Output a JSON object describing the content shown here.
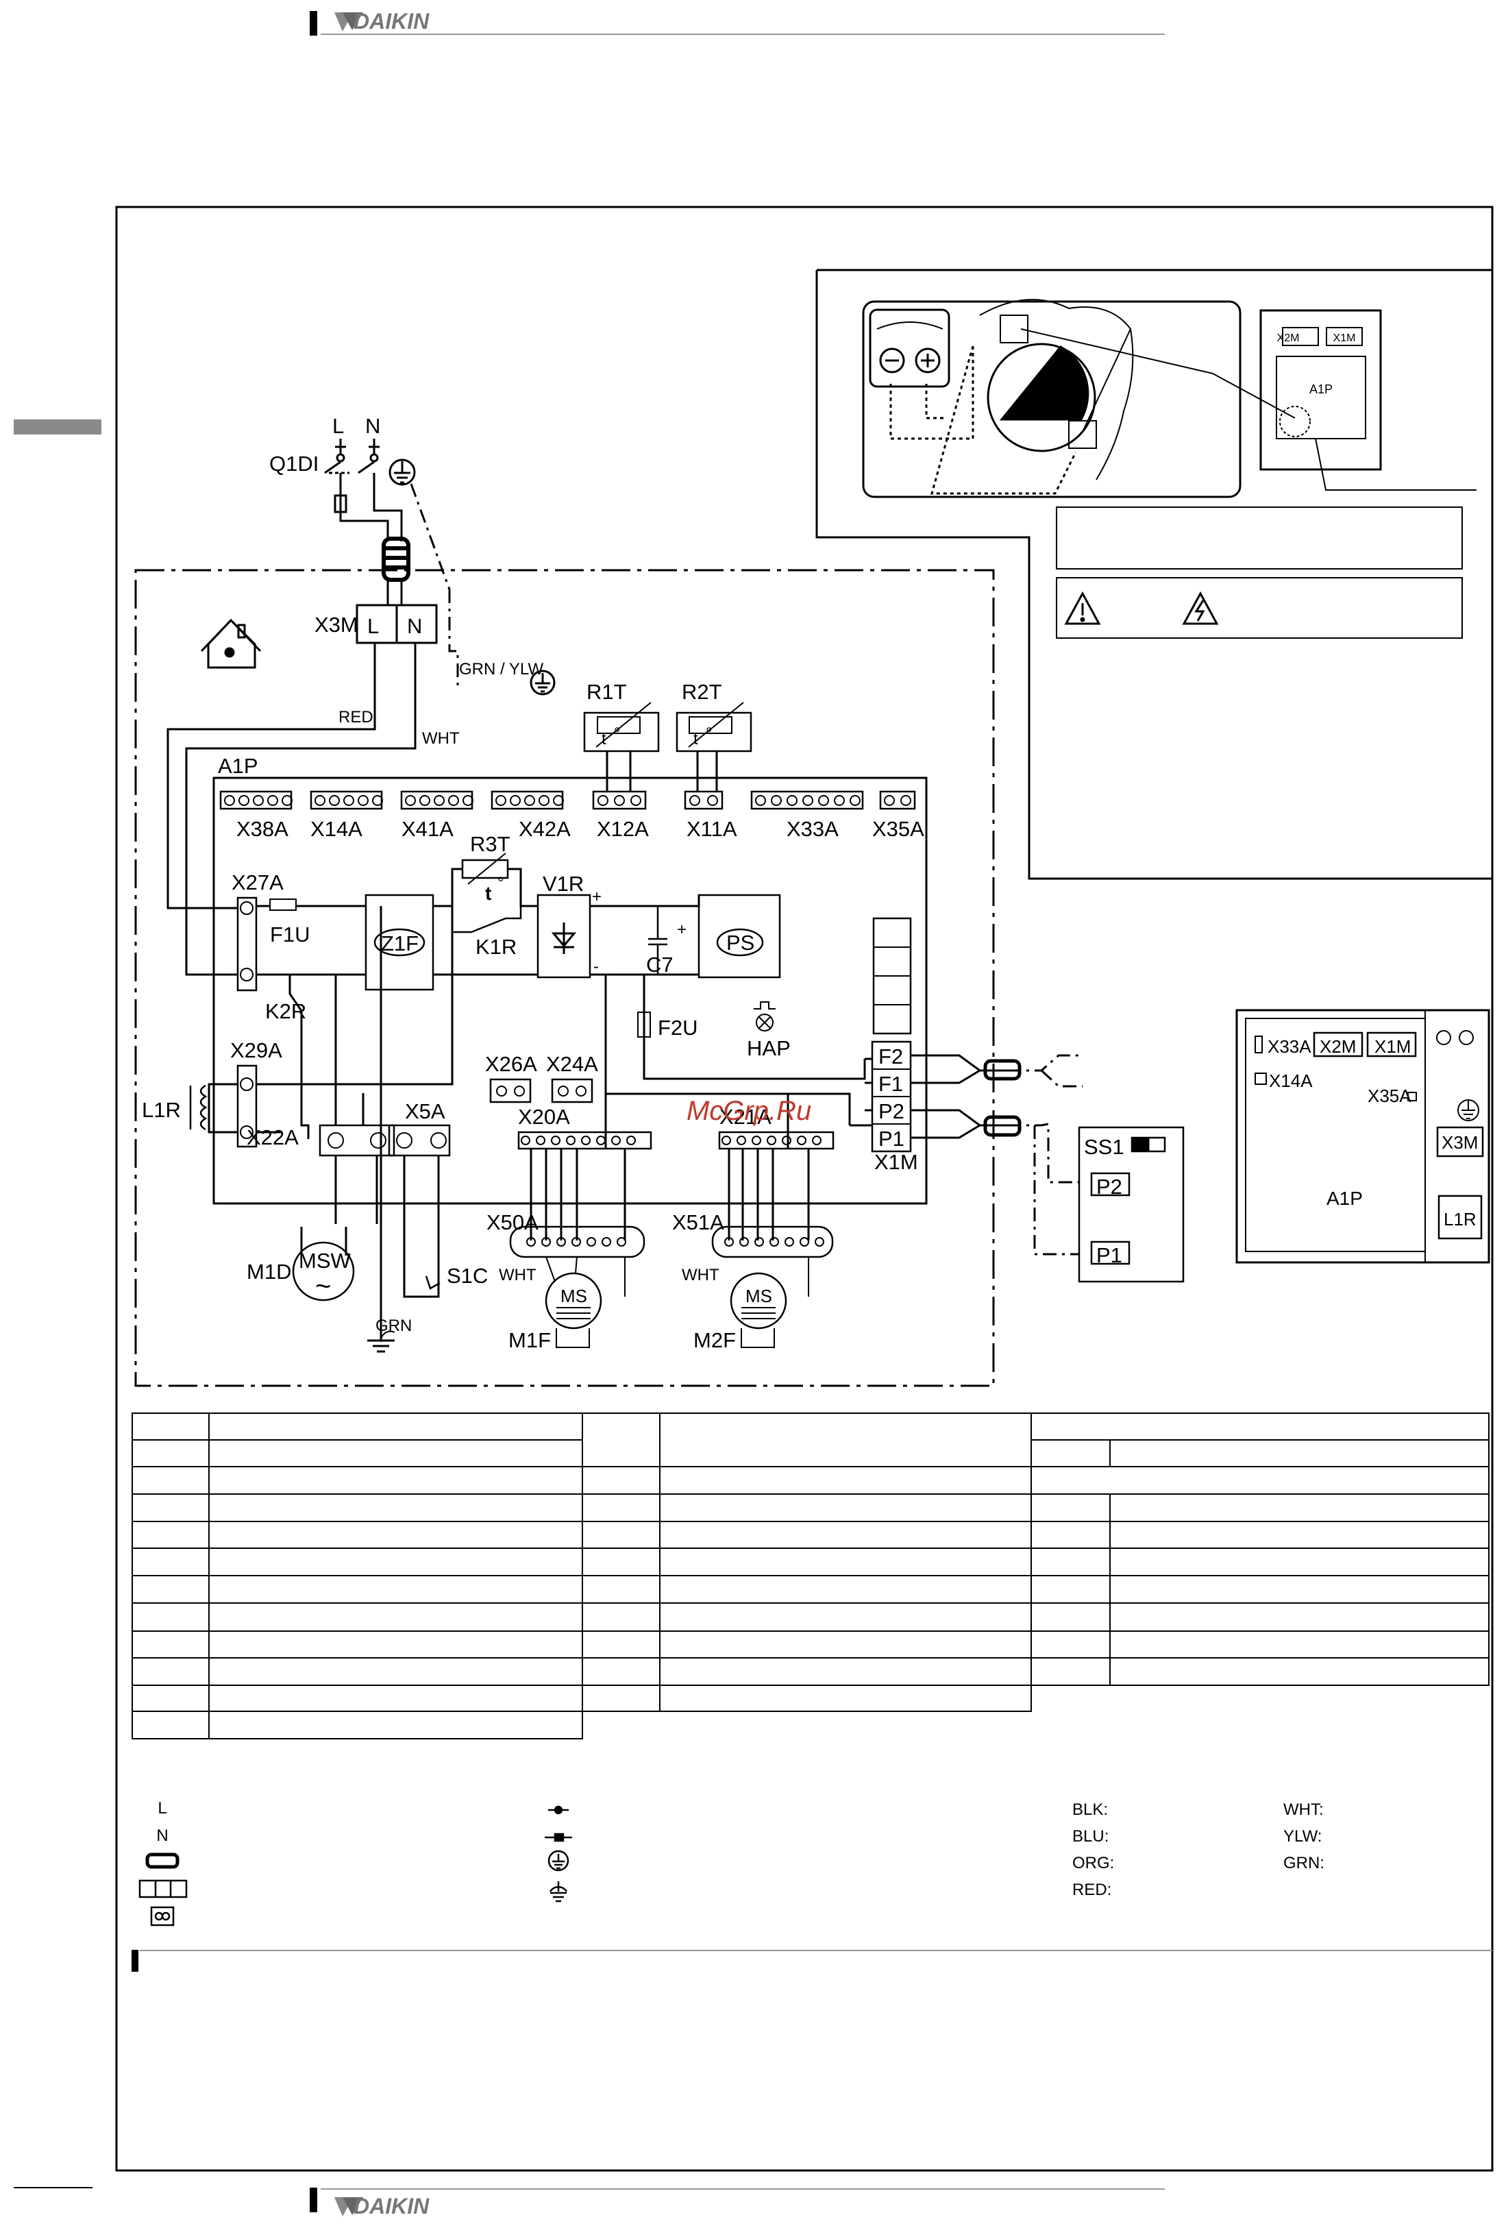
{
  "header": {
    "brand": "DAIKIN"
  },
  "footer": {
    "brand": "DAIKIN"
  },
  "watermark": "McGrp.Ru",
  "diagram": {
    "switch_label": "Q1DI",
    "line_L": "L",
    "line_N": "N",
    "terminal_block": "X3M",
    "terminal_L": "L",
    "terminal_N": "N",
    "wire_red": "RED",
    "wire_wht": "WHT",
    "wire_grn_ylw": "GRN / YLW",
    "wire_grn": "GRN",
    "wire_wht_fan1": "WHT",
    "wire_wht_fan2": "WHT",
    "board": "A1P",
    "connectors_top": [
      "X38A",
      "X14A",
      "X41A",
      "X42A",
      "X12A",
      "X11A",
      "X33A",
      "X35A"
    ],
    "thermistors": {
      "r1t": "R1T",
      "r2t": "R2T",
      "r3t": "R3T",
      "t_symbol": "t",
      "deg": "°"
    },
    "components": {
      "x27a": "X27A",
      "f1u": "F1U",
      "z1f": "Z1F",
      "k1r": "K1R",
      "v1r": "V1R",
      "c7": "C7",
      "ps": "PS",
      "f2u": "F2U",
      "hap": "HAP",
      "k2r": "K2R",
      "x29a": "X29A",
      "l1r": "L1R",
      "x26a": "X26A",
      "x24a": "X24A",
      "x22a": "X22A",
      "x5a": "X5A",
      "x20a": "X20A",
      "x21a": "X21A",
      "x50a": "X50A",
      "x51a": "X51A",
      "m1d": "M1D",
      "msw": "MSW",
      "tilde": "~",
      "s1c": "S1C",
      "m1f": "M1F",
      "m2f": "M2F",
      "ms1": "MS",
      "ms2": "MS",
      "plus1": "+",
      "minus1": "-",
      "plus2": "+"
    },
    "x1m": {
      "label": "X1M",
      "terminals": [
        "F2",
        "F1",
        "P2",
        "P1"
      ]
    },
    "ss1": {
      "label": "SS1",
      "terminals": [
        "P2",
        "P1"
      ]
    }
  },
  "inset_top": {
    "board": "A1P",
    "x2m": "X2M",
    "x1m": "X1M"
  },
  "inset_right": {
    "x33a": "X33A",
    "x2m": "X2M",
    "x1m": "X1M",
    "x14a": "X14A",
    "x35a": "X35A",
    "x3m": "X3M",
    "a1p": "A1P",
    "l1r": "L1R"
  },
  "legend": {
    "left": [
      "L",
      "N"
    ],
    "colors": [
      "BLK:",
      "BLU:",
      "ORG:",
      "RED:",
      "WHT:",
      "YLW:",
      "GRN:"
    ]
  }
}
